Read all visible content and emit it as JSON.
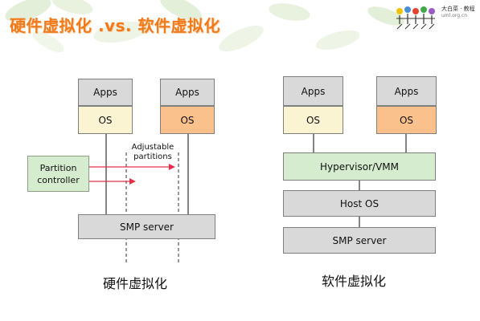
{
  "title": "硬件虚拟化 .vs. 软件虚拟化",
  "logo": {
    "line1": "大白菜 · 教程",
    "line2": "uml.org.cn"
  },
  "left": {
    "apps1": "Apps",
    "os1": "OS",
    "apps2": "Apps",
    "os2": "OS",
    "partition_line1": "Partition",
    "partition_line2": "controller",
    "adjustable_line1": "Adjustable",
    "adjustable_line2": "partitions",
    "smp": "SMP server",
    "caption": "硬件虚拟化"
  },
  "right": {
    "apps1": "Apps",
    "os1": "OS",
    "apps2": "Apps",
    "os2": "OS",
    "hypervisor": "Hypervisor/VMM",
    "host_os": "Host OS",
    "smp": "SMP server",
    "caption": "软件虚拟化"
  },
  "colors": {
    "title": "#f07a1c",
    "os_yellow": "#fbf4d2",
    "os_orange": "#fbc18c",
    "green": "#d6ecce",
    "gray": "#d9d9d9",
    "arrow_red": "#e0304a"
  }
}
